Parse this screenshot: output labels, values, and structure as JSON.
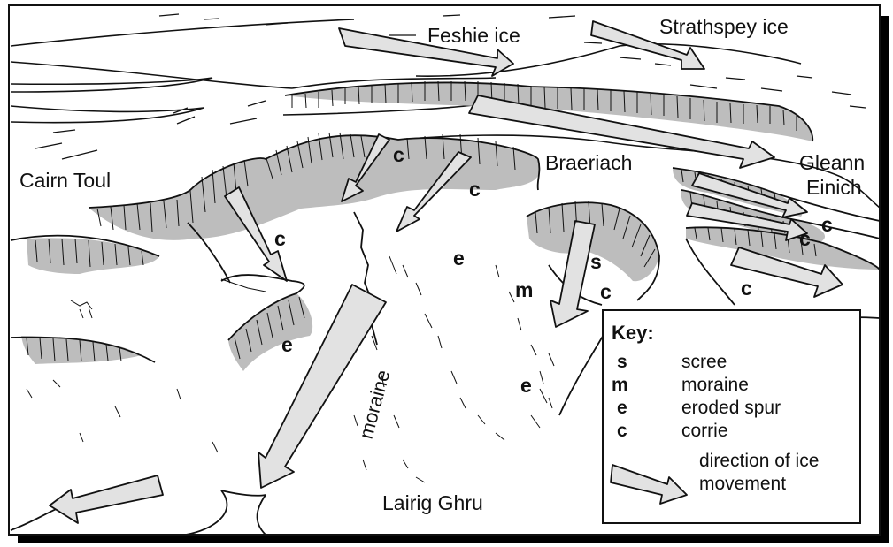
{
  "colors": {
    "line": "#111111",
    "slope_shading": "#bdbdbd",
    "arrow_fill": "#e2e2e2",
    "shadow": "#000000",
    "paper": "#ffffff"
  },
  "labels": {
    "feshie_ice": "Feshie ice",
    "strathspey_ice": "Strathspey ice",
    "cairn_toul": "Cairn Toul",
    "braeriach": "Braeriach",
    "gleann": "Gleann",
    "einich": "Einich",
    "lairig_ghru": "Lairig Ghru",
    "moraine": "moraine"
  },
  "feature_letters": {
    "corrie": "c",
    "scree": "s",
    "moraine": "m",
    "eroded_spur": "e"
  },
  "key": {
    "title": "Key:",
    "items": [
      {
        "symbol": "s",
        "text": "scree"
      },
      {
        "symbol": "m",
        "text": "moraine"
      },
      {
        "symbol": "e",
        "text": "eroded spur"
      },
      {
        "symbol": "c",
        "text": "corrie"
      }
    ],
    "arrow_text_line1": "direction of ice",
    "arrow_text_line2": "movement"
  }
}
